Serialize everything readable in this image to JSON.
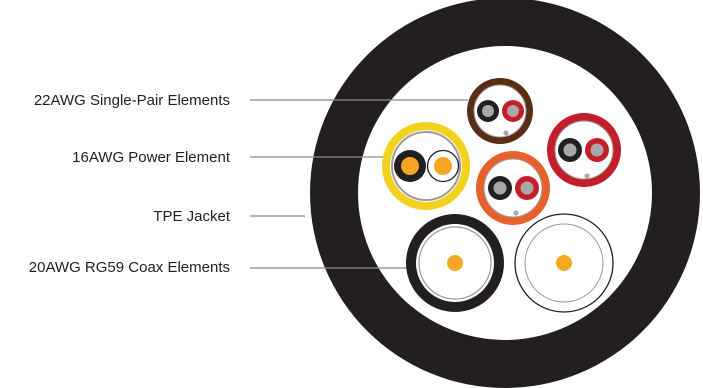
{
  "labels": {
    "pair": "22AWG Single-Pair Elements",
    "power": "16AWG Power Element",
    "jacket": "TPE Jacket",
    "coax": "20AWG RG59 Coax Elements"
  },
  "colors": {
    "jacket": "#231f20",
    "leader_line": "#8a8a8a",
    "pair_brown": "#5a2e14",
    "pair_red": "#c41e2a",
    "pair_orange": "#e8602c",
    "power_yellow": "#f4d11e",
    "coax_core": "#f5a623"
  }
}
